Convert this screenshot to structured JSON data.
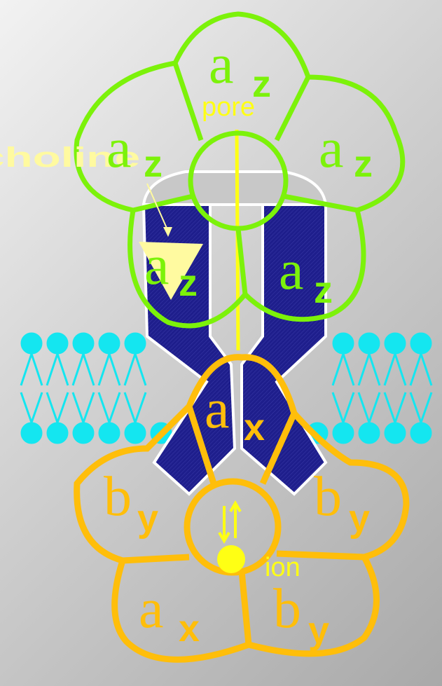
{
  "labels": {
    "choline": "choline",
    "pore": "pore",
    "ion": "ion",
    "alpha_z": "a",
    "alpha_x": "a",
    "beta_y": "b",
    "sub_z": "z",
    "sub_x": "x",
    "sub_y": "y"
  },
  "colors": {
    "background_light": "#f2f2f2",
    "background_dark": "#a9a9a9",
    "green_ring": "#7cf20a",
    "orange_ring": "#ffbe0a",
    "channel_blue": "#1e1e8c",
    "membrane_cyan": "#14e6f0",
    "pore_yellow": "#ffff14",
    "label_yellow": "#fffaa0"
  }
}
